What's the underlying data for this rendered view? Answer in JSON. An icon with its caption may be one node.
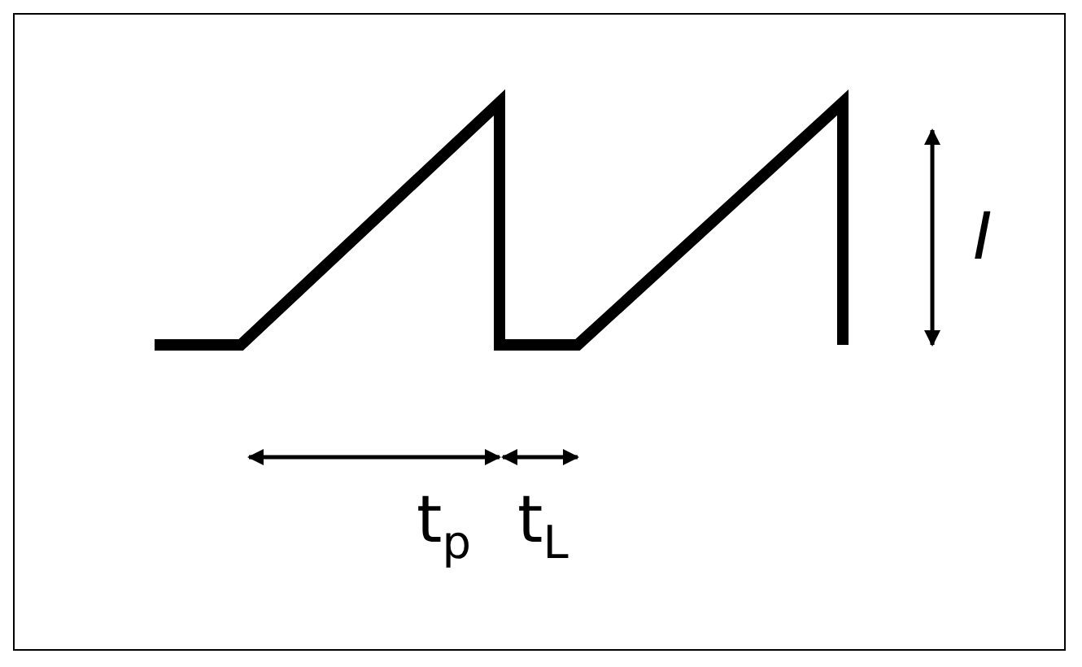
{
  "diagram": {
    "labels": [
      "I",
      "t$_{p}$",
      "t$_{L}$"
    ]
  }
}
